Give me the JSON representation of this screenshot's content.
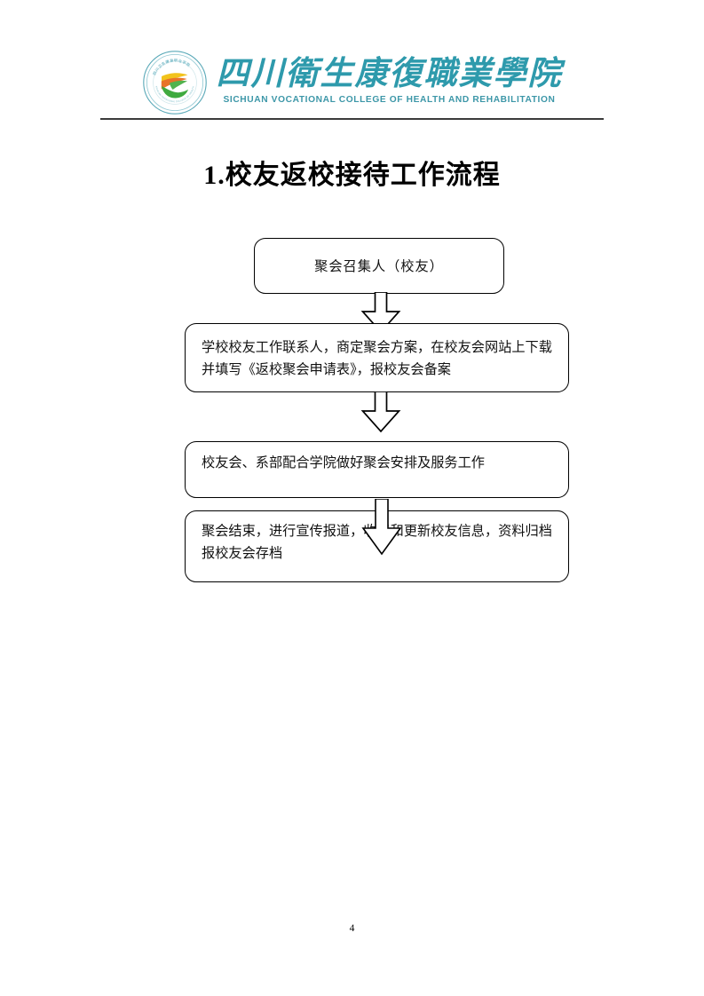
{
  "header": {
    "logo": {
      "icon_name": "sichuan-college-emblem",
      "seal_ring_color": "#4aa3b5",
      "leaf_green": "#3faa3f",
      "leaf_orange": "#e8732a",
      "leaf_yellow": "#f2c31c",
      "seal_text_cn": "四川卫生康复职业学院",
      "seal_text_en": "SICHUAN VOCATIONAL COLLEGE OF HEALTH AND REHABILITATION"
    },
    "title_cn": "四川衛生康復職業學院",
    "title_en": "SICHUAN VOCATIONAL COLLEGE OF HEALTH AND REHABILITATION",
    "brand_color": "#2e9aac",
    "rule_color": "#3b3b3b"
  },
  "document": {
    "title": "1.校友返校接待工作流程",
    "page_number": "4"
  },
  "flowchart": {
    "type": "flowchart",
    "orientation": "top-to-bottom",
    "node_shape": "rounded-rectangle",
    "nodes": [
      {
        "id": "n1",
        "label": "聚会召集人（校友）",
        "align": "center"
      },
      {
        "id": "n2",
        "label": "学校校友工作联系人，商定聚会方案，在校友会网站上下载并填写《返校聚会申请表》，报校友会备案",
        "align": "left"
      },
      {
        "id": "n3",
        "label": "校友会、系部配合学院做好聚会安排及服务工作",
        "align": "left"
      },
      {
        "id": "n4",
        "label": "聚会结束，进行宣传报道，收集和更新校友信息，资料归档报校友会存档",
        "align": "left"
      }
    ],
    "connectors": [
      {
        "id": "a1",
        "from": "n1",
        "to": "n2",
        "kind": "block-arrow-down"
      },
      {
        "id": "a2",
        "from": "n2",
        "to": "n3",
        "kind": "block-arrow-down"
      },
      {
        "id": "a3",
        "from": "n3",
        "to": "n4",
        "kind": "block-arrow-down"
      }
    ]
  }
}
